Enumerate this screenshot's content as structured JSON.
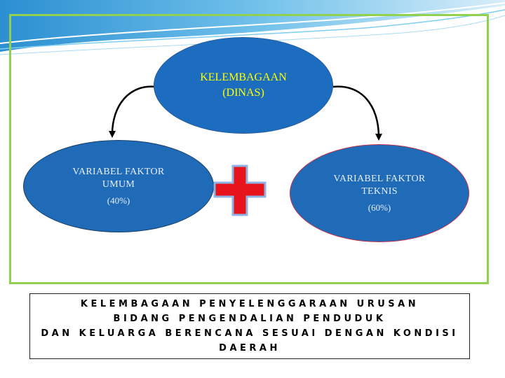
{
  "colors": {
    "frame_border": "#92d050",
    "ellipse_fill": "#1f6bb8",
    "top_label": "#ffff00",
    "plus_sign": "#e8141b",
    "plus_outline": "#8fb4e3",
    "wave_blue": "#3f9fd8"
  },
  "nodes": {
    "top": {
      "line1": "KELEMBAGAAN",
      "line2": "(DINAS)"
    },
    "left": {
      "line1": "VARIABEL FAKTOR",
      "line2": "UMUM",
      "percent": "(40%)"
    },
    "right": {
      "line1": "VARIABEL FAKTOR",
      "line2": "TEKNIS",
      "percent": "(60%)"
    }
  },
  "icons": [
    "plus-icon",
    "arrow-left-icon",
    "arrow-right-icon"
  ],
  "caption": {
    "line1": "KELEMBAGAAN PENYELENGGARAAN URUSAN",
    "line2": "BIDANG PENGENDALIAN PENDUDUK",
    "line3": "DAN KELUARGA BERENCANA SESUAI DENGAN KONDISI",
    "line4": "DAERAH"
  }
}
